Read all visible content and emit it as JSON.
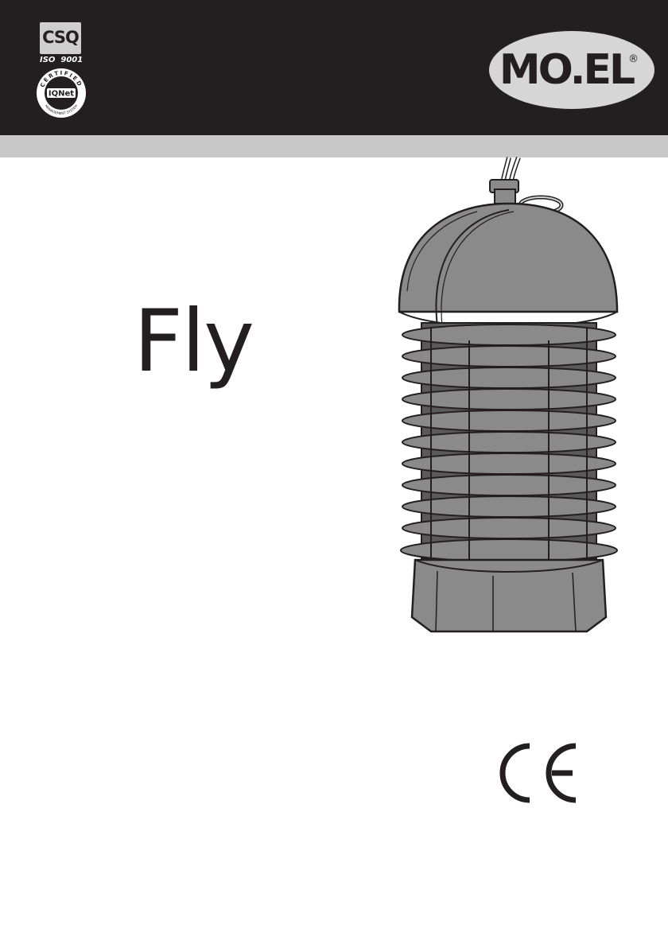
{
  "header": {
    "cert_badge": {
      "label": "CSQ",
      "standard": "ISO  9001"
    },
    "iqnet_badge": {
      "ring_text": "CERTIFIED",
      "label": "IQNet",
      "bottom_text": "MANAGEMENT SYSTEM"
    },
    "brand_logo": {
      "text": "MO.EL",
      "registered": "®"
    }
  },
  "product": {
    "title": "Fly"
  },
  "marks": {
    "conformity": "CE"
  },
  "colors": {
    "header_bg": "#231f20",
    "band": "#c8c8c8",
    "lamp_fill": "#8a8a8a",
    "logo_oval": "#d6d6d6"
  }
}
